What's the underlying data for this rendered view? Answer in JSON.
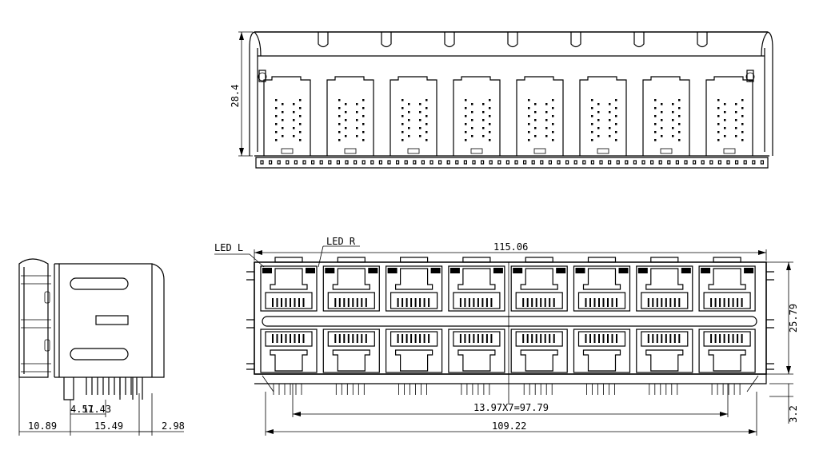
{
  "top_view": {
    "height_label": "28.4"
  },
  "side_view": {
    "dim_a": "4.57",
    "dim_b": "11.43",
    "dim_c": "10.89",
    "dim_d": "15.49",
    "dim_e": "2.98"
  },
  "front_view": {
    "led_left": "LED L",
    "led_right": "LED R",
    "overall_width": "115.06",
    "height": "25.79",
    "pitch": "13.97X7=97.79",
    "pin_span": "109.22",
    "pin_length": "3.2"
  },
  "port_count": 8,
  "colors": {
    "line": "#000000",
    "background": "#ffffff"
  }
}
